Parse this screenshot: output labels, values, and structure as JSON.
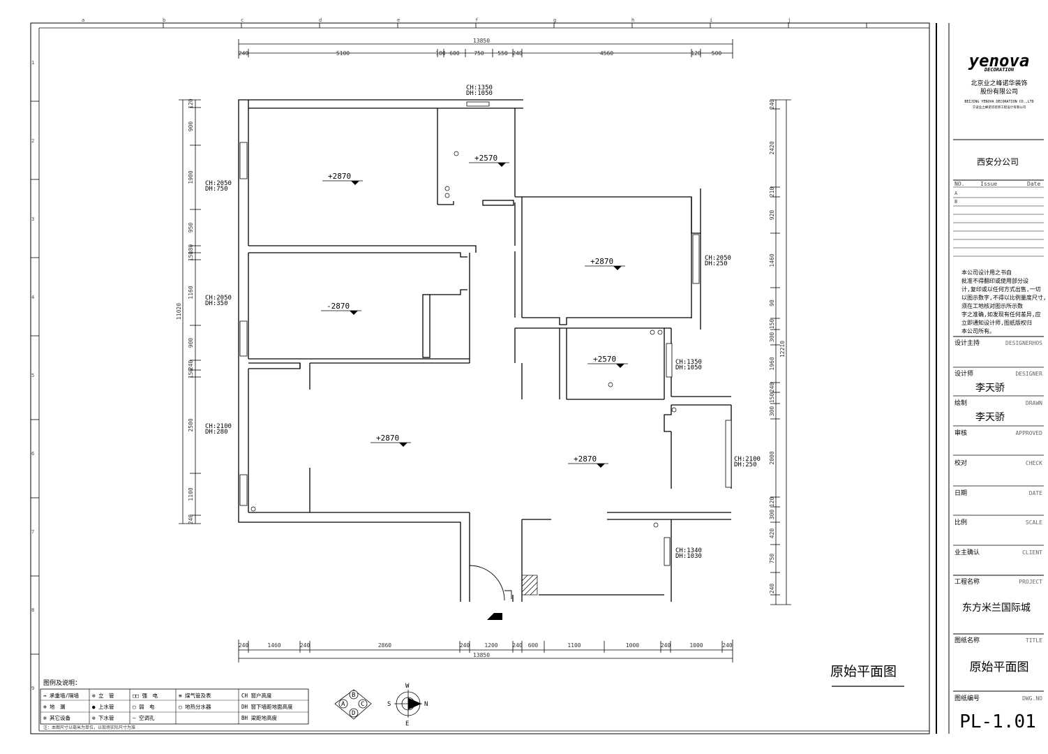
{
  "dims": {
    "top_total": "13850",
    "top_segments": [
      "240",
      "5100",
      "180",
      "600",
      "750",
      "550",
      "240",
      "4560",
      "120",
      "500"
    ],
    "bottom_total": "13850",
    "bottom_segments": [
      "240",
      "1460",
      "240",
      "2860",
      "240",
      "1200",
      "240",
      "600",
      "1100",
      "1000",
      "240",
      "1000",
      "240"
    ],
    "left_total": "11020",
    "left_segments": [
      "120",
      "900",
      "1900",
      "950",
      "180",
      "150",
      "1160",
      "900",
      "240",
      "150",
      "2500",
      "1100",
      "240"
    ],
    "right_total": "12210",
    "right_segments": [
      "240",
      "2420",
      "210",
      "920",
      "1460",
      "90",
      "150",
      "300",
      "1960",
      "240",
      "150",
      "300",
      "2000",
      "120",
      "300",
      "420",
      "750",
      "240"
    ]
  },
  "annotations": [
    {
      "id": "ann-1",
      "l1": "CH:1350",
      "l2": "DH:1050"
    },
    {
      "id": "ann-2",
      "l1": "CH:2050",
      "l2": "DH:750"
    },
    {
      "id": "ann-3",
      "l1": "CH:2050",
      "l2": "DH:350"
    },
    {
      "id": "ann-4",
      "l1": "CH:2100",
      "l2": "DH:280"
    },
    {
      "id": "ann-5",
      "l1": "CH:2050",
      "l2": "DH:250"
    },
    {
      "id": "ann-6",
      "l1": "CH:1350",
      "l2": "DH:1050"
    },
    {
      "id": "ann-7",
      "l1": "CH:2100",
      "l2": "DH:250"
    },
    {
      "id": "ann-8",
      "l1": "CH:1340",
      "l2": "DH:1030"
    }
  ],
  "elevations": [
    "+2870",
    "+2570",
    "+2870",
    "-2870",
    "+2570",
    "+2870",
    "+2870"
  ],
  "plan_title": "原始平面图",
  "compass": {
    "n": "N",
    "s": "S",
    "e": "E",
    "w": "W"
  },
  "section_marker": {
    "a": "A",
    "b": "B",
    "c": "C",
    "d": "D"
  },
  "legend": {
    "title": "图例及说明：",
    "cells": [
      "↔ 承重墙/隔墙",
      "⊕ 地　漏",
      "⊗ 其它设备",
      "⊗ 立　管",
      "● 上水管",
      "⊗ 下水管",
      "□□ 强　电",
      "▢ 弱　电",
      "— 空调孔",
      "≡ 煤气管及表",
      "▢ 地热分水器",
      "",
      "CH 窗户高度",
      "DH 窗下墙距地面高度",
      "BH 梁距地高度"
    ],
    "note": "注：本图尺寸以毫米为单位，以现场实际尺寸为准"
  },
  "title_block": {
    "logo": "yenova",
    "logo_sub": "DECORATION",
    "company_cn_1": "北京业之峰诺华装饰",
    "company_cn_2": "股份有限公司",
    "company_en": "BEIJING YENOVA DECORATION CO.,LTD",
    "company_tiny": "宁波业之峰诺华装饰工程设计有限公司",
    "branch": "西安分公司",
    "rev_no": "NO.",
    "rev_issue": "Issue",
    "rev_date": "Date",
    "rev_a": "A",
    "rev_b": "B",
    "notice": [
      "本公司设计用之书自",
      "批准不得翻印或使用部分设",
      "计,复印或以任何方式出售,一切",
      "以图示数字,不得以比例量度尺寸,",
      "须在工地核对图示所示数",
      "字之准确,如发现有任何差异,应",
      "立即通知设计师,图纸版权归",
      "本公司所有。"
    ],
    "design_lead_cn": "设计主持",
    "design_lead_en": "DESIGNERHOS",
    "designer_cn": "设计师",
    "designer_en": "DESIGNER",
    "designer_name": "李天骄",
    "drawn_cn": "绘制",
    "drawn_en": "DRAWN",
    "drawn_name": "李天骄",
    "approved_cn": "审核",
    "approved_en": "APPROVED",
    "check_cn": "校对",
    "check_en": "CHECK",
    "date_cn": "日期",
    "date_en": "DATE",
    "scale_cn": "比例",
    "scale_en": "SCALE",
    "client_cn": "业主确认",
    "client_en": "CLIENT",
    "project_cn": "工程名称",
    "project_en": "PROJECT",
    "project_name": "东方米兰国际城",
    "drawing_title_cn": "图纸名称",
    "drawing_title_en": "TITLE",
    "drawing_title": "原始平面图",
    "drawing_no_cn": "图纸编号",
    "drawing_no_en": "DWG.NO",
    "drawing_no": "PL-1.01"
  }
}
